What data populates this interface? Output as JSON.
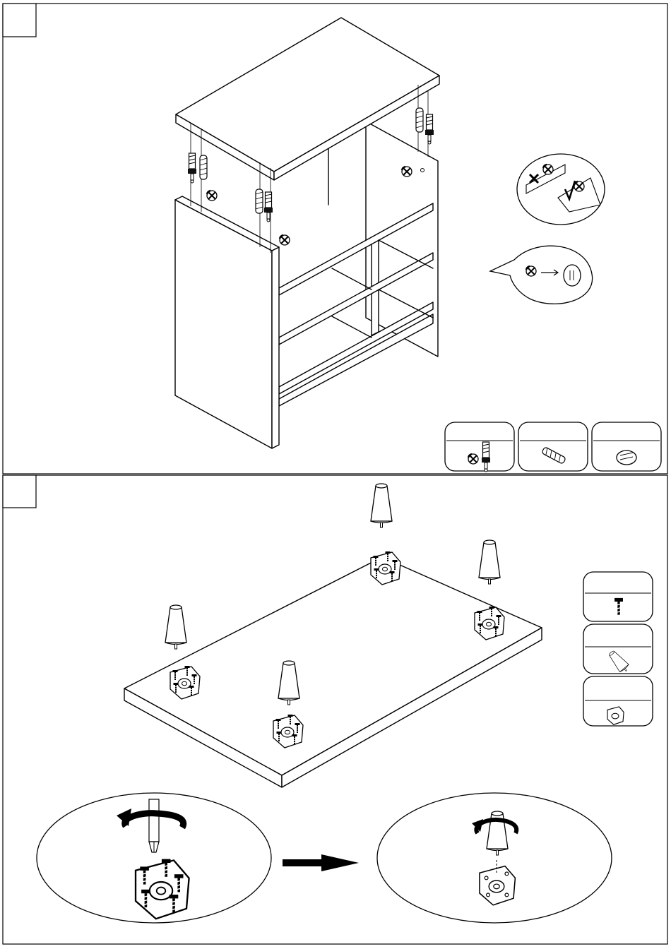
{
  "document": {
    "type": "assembly-instructions",
    "steps": [
      {
        "id": "cabinet-top-assembly",
        "number": ""
      },
      {
        "id": "leg-installation",
        "number": ""
      }
    ]
  },
  "icons": {
    "cam_lock": "cam-lock-icon",
    "dowel": "wooden-dowel-icon",
    "cap": "cover-cap-icon",
    "screw": "screw-icon",
    "leg": "tapered-leg-icon",
    "plate": "mounting-plate-icon",
    "rotate": "rotate-arrow-icon",
    "screwdriver": "screwdriver-icon",
    "next": "right-arrow-icon"
  },
  "colors": {
    "line": "#000000",
    "paper": "#ffffff",
    "shade": "#e6e6e6"
  }
}
